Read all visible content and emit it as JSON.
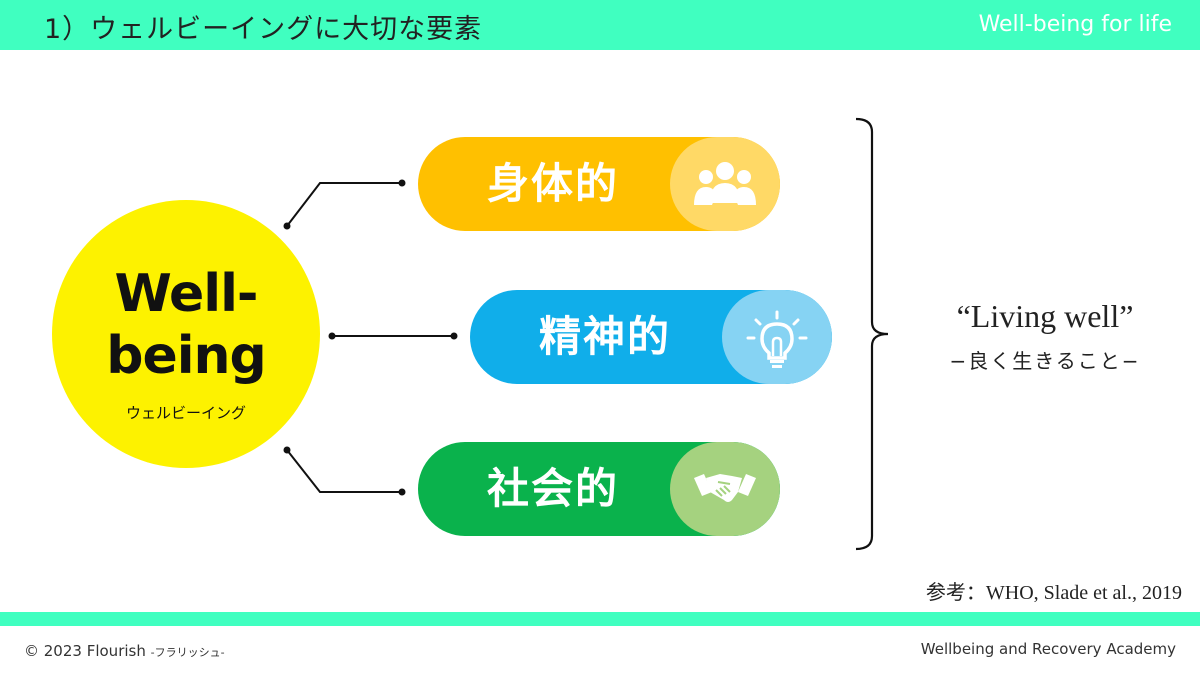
{
  "header": {
    "title": "1）ウェルビーイングに大切な要素",
    "brand": "Well-being for life",
    "color": "#40ffc0"
  },
  "center": {
    "line1": "Well-",
    "line2": "being",
    "caption": "ウェルビーイング",
    "color": "#fdf200"
  },
  "factors": [
    {
      "label": "身体的",
      "icon": "people-icon",
      "color": "#ffc000"
    },
    {
      "label": "精神的",
      "icon": "lightbulb-icon",
      "color": "#10aeea"
    },
    {
      "label": "社会的",
      "icon": "handshake-icon",
      "color": "#0ab24c"
    }
  ],
  "summary": {
    "quote": "“Living well”",
    "subtitle": "−良く生きること−"
  },
  "reference": "参考：WHO, Slade et al., 2019",
  "footer": {
    "copyright": "© 2023 Flourish ",
    "copyright_sub": "-フラリッシュ-",
    "academy": "Wellbeing and Recovery Academy"
  }
}
